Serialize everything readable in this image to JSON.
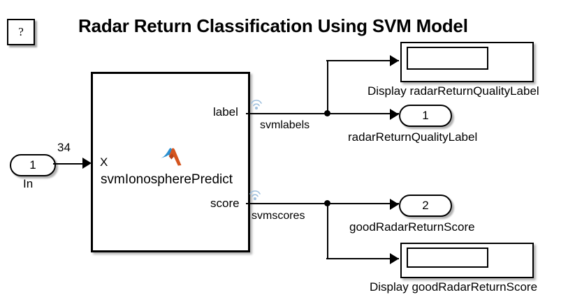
{
  "model": {
    "title": "Radar Return Classification Using SVM Model",
    "help_button": "?"
  },
  "blocks": {
    "svm": {
      "name": "svmIonospherePredict",
      "input_port_label": "X",
      "output_port_labels": [
        "label",
        "score"
      ],
      "logo": "matlab-membrane-logo"
    },
    "inport": {
      "number": "1",
      "name": "In",
      "signal_width": "34"
    },
    "outport_label": {
      "number": "1",
      "name": "radarReturnQualityLabel"
    },
    "outport_score": {
      "number": "2",
      "name": "goodRadarReturnScore"
    },
    "display_label": {
      "name": "Display radarReturnQualityLabel",
      "value": ""
    },
    "display_score": {
      "name": "Display goodRadarReturnScore",
      "value": ""
    }
  },
  "signals": [
    {
      "name": "svmlabels",
      "logged": true,
      "icon": "signal-logging-icon"
    },
    {
      "name": "svmscores",
      "logged": true,
      "icon": "signal-logging-icon"
    }
  ],
  "colors": {
    "line": "#000000",
    "background": "#ffffff",
    "logging_icon": "#9fc0de",
    "logo_blue": "#1f7fc0",
    "logo_orange": "#d4551f"
  }
}
